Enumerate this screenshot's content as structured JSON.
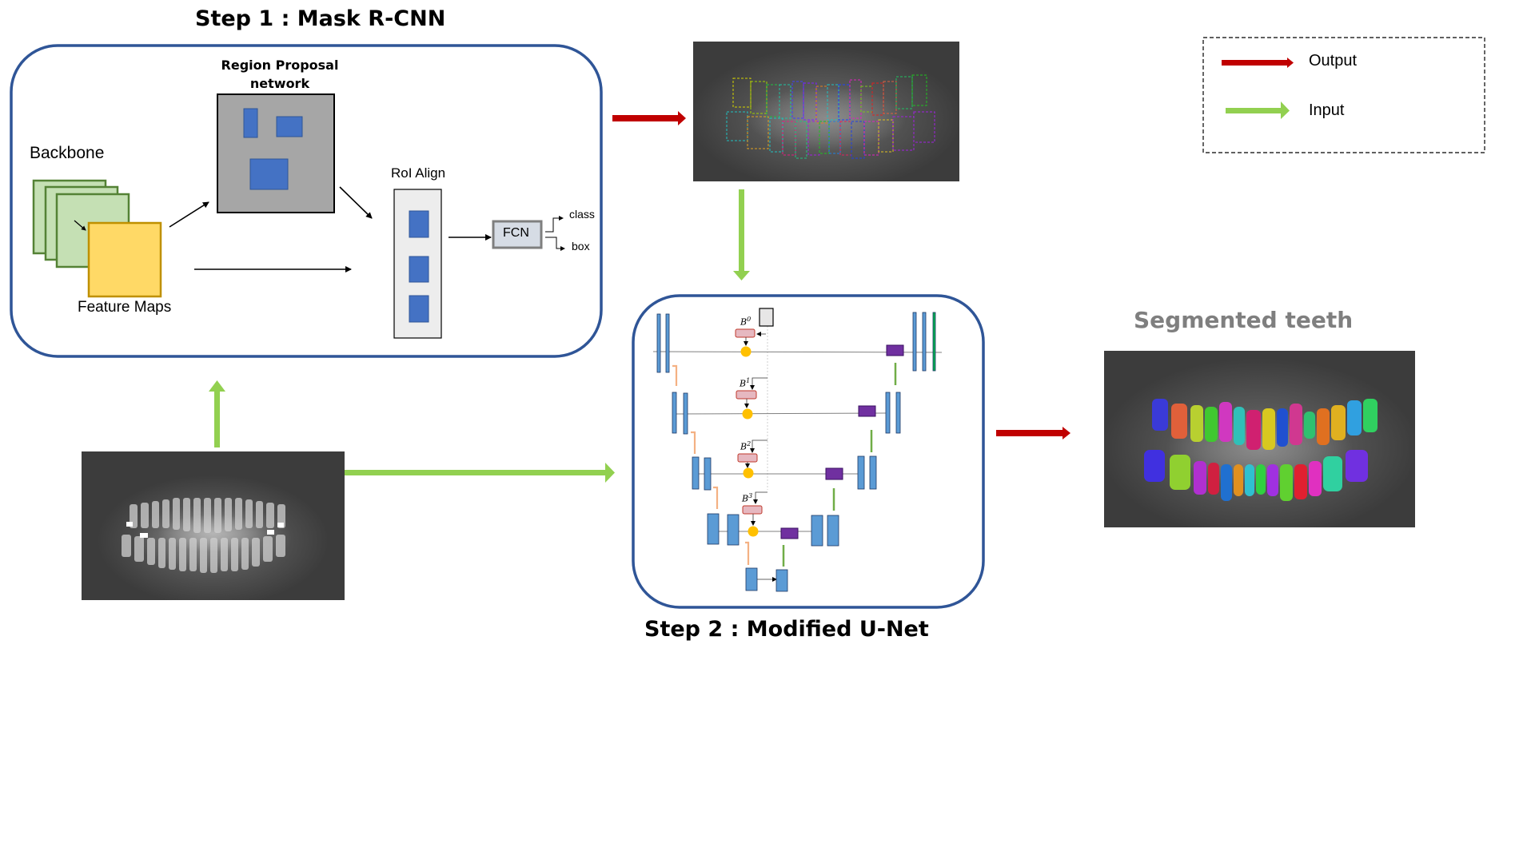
{
  "step1": {
    "title": "Step 1 : Mask R-CNN",
    "backbone_label": "Backbone",
    "feature_maps_label": "Feature Maps",
    "rpn_label_line1": "Region Proposal",
    "rpn_label_line2": "network",
    "roi_align_label": "RoI Align",
    "fcn_label": "FCN",
    "class_label": "class",
    "box_label": "box"
  },
  "step2": {
    "title": "Step 2 : Modified U-Net",
    "branch_labels": [
      "B",
      "B",
      "B",
      "B"
    ],
    "branch_superscripts": [
      "0",
      "1",
      "2",
      "3"
    ]
  },
  "output": {
    "title": "Segmented teeth"
  },
  "legend": {
    "items": [
      {
        "label": "Output",
        "color": "#c00000"
      },
      {
        "label": "Input",
        "color": "#92d050"
      }
    ]
  },
  "images": {
    "input_xray": "panoramic dental x-ray (input)",
    "detection_xray": "panoramic dental x-ray with detected tooth bounding boxes",
    "segmented_xray": "panoramic dental x-ray with colored tooth segmentation masks"
  },
  "colors": {
    "frame_blue": "#2f5597",
    "output_arrow": "#c00000",
    "input_arrow": "#92d050",
    "block_blue": "#4472c4",
    "unet_blue": "#5b9bd5",
    "unet_purple": "#7030a0",
    "unet_yellow": "#ffc000",
    "feature_map_green": "#c5e0b4",
    "feature_map_yellow": "#ffd966",
    "rpn_grey": "#a6a6a6"
  }
}
